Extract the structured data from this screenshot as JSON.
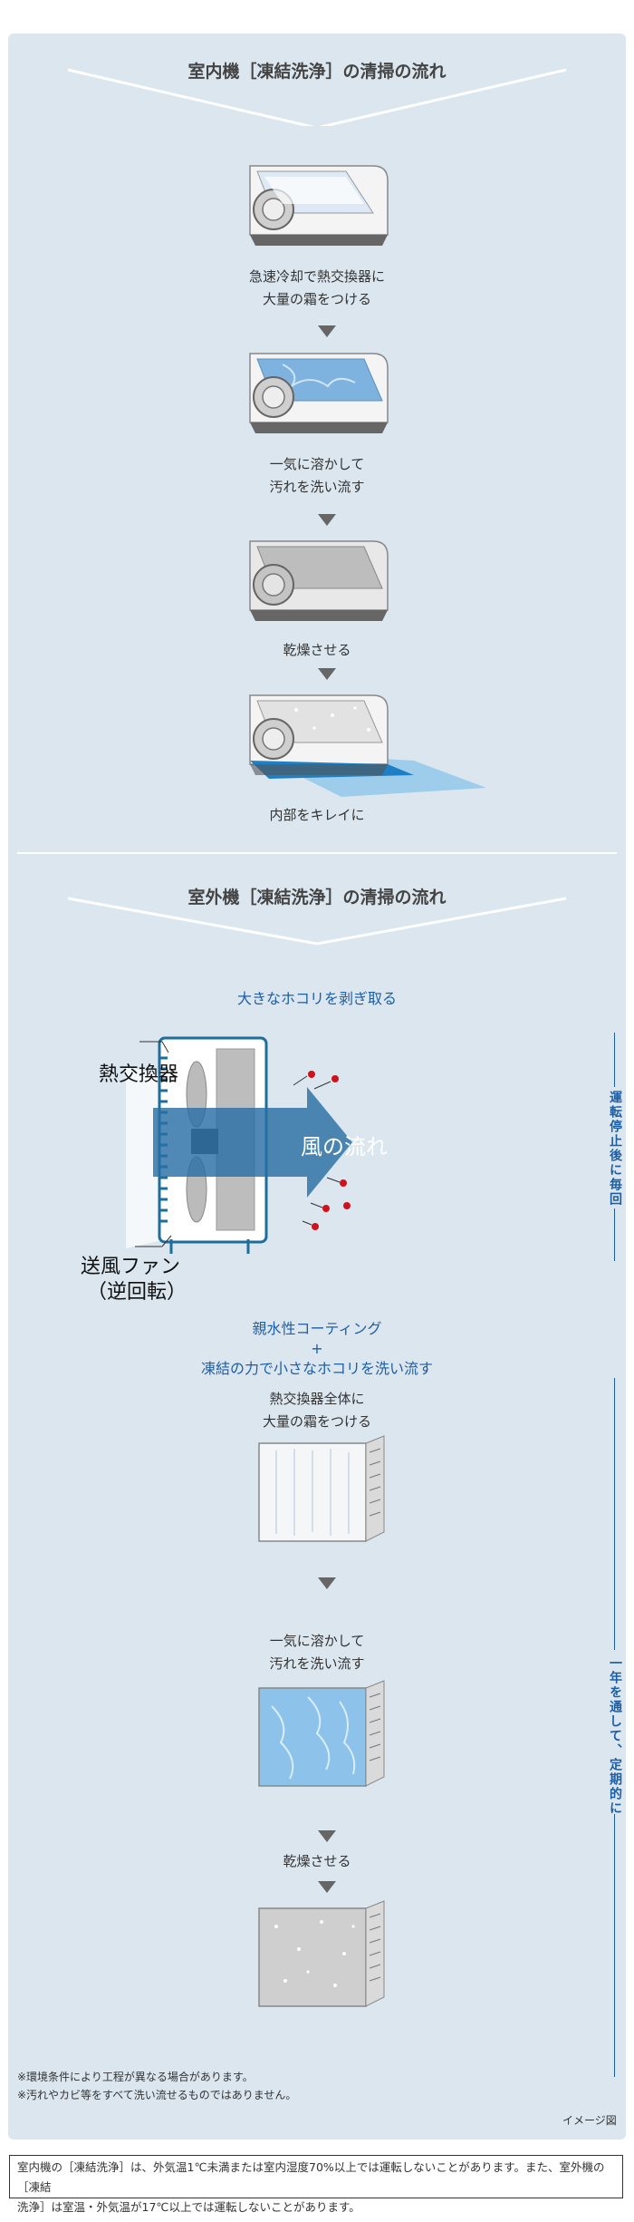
{
  "indoor": {
    "title": "室内機［凍結洗浄］の清掃の流れ",
    "steps": [
      {
        "line1": "急速冷却で熱交換器に",
        "line2": "大量の霜をつける"
      },
      {
        "line1": "一気に溶かして",
        "line2": "汚れを洗い流す"
      },
      {
        "line1": "乾燥させる",
        "line2": ""
      },
      {
        "line1": "内部をキレイに",
        "line2": ""
      }
    ]
  },
  "outdoor": {
    "title": "室外機［凍結洗浄］の清掃の流れ",
    "dust_caption": "大きなホコリを剥ぎ取る",
    "label_heat_exchanger": "熱交換器",
    "label_fan_1": "送風ファン",
    "label_fan_2": "（逆回転）",
    "label_wind": "風の流れ",
    "coating_line1": "親水性コーティング",
    "coating_plus": "+",
    "coating_line2": "凍結の力で小さなホコリを洗い流す",
    "steps": [
      {
        "line1": "熱交換器全体に",
        "line2": "大量の霜をつける"
      },
      {
        "line1": "一気に溶かして",
        "line2": "汚れを洗い流す"
      },
      {
        "line1": "乾燥させる",
        "line2": ""
      }
    ],
    "side_label_1": "運転停止後に毎回",
    "side_label_2": "一年を通して、定期的に"
  },
  "notes": {
    "note1": "※環境条件により工程が異なる場合があります。",
    "note2": "※汚れやカビ等をすべて洗い流せるものではありません。",
    "image_label": "イメージ図"
  },
  "footer": {
    "line1": "室内機の［凍結洗浄］は、外気温1℃未満または室内湿度70%以上では運転しないことがあります。また、室外機の［凍結",
    "line2": "洗浄］は室温・外気温が17℃以上では運転しないことがあります。"
  }
}
